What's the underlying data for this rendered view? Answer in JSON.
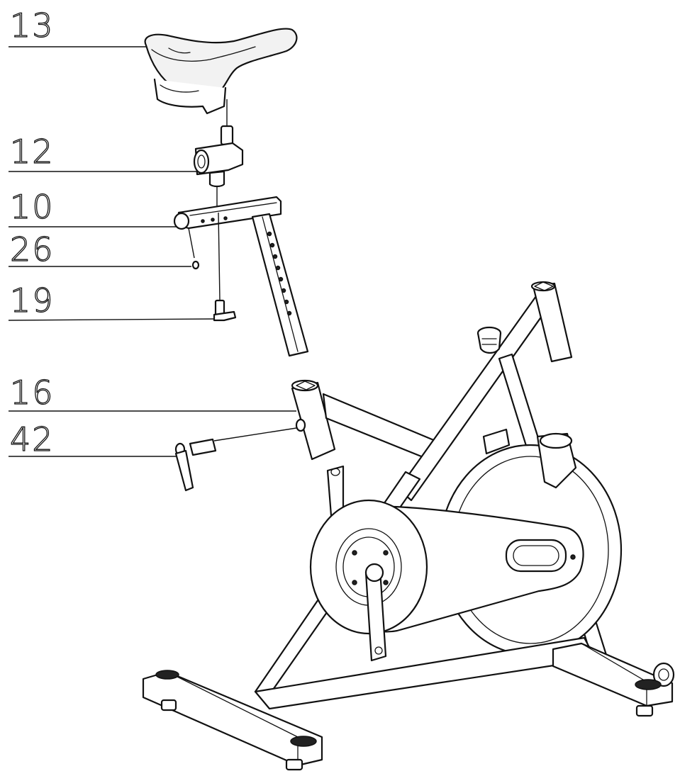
{
  "diagram": {
    "callouts": [
      {
        "id": "seat",
        "label": "13"
      },
      {
        "id": "seat-clamp",
        "label": "12"
      },
      {
        "id": "seat-post",
        "label": "10"
      },
      {
        "id": "washer",
        "label": "26"
      },
      {
        "id": "knob-bolt",
        "label": "19"
      },
      {
        "id": "seat-tube",
        "label": "16"
      },
      {
        "id": "adjust-lever",
        "label": "42"
      }
    ]
  },
  "colors": {
    "line": "#111111",
    "background": "#ffffff",
    "foot_pad": "#222222"
  }
}
